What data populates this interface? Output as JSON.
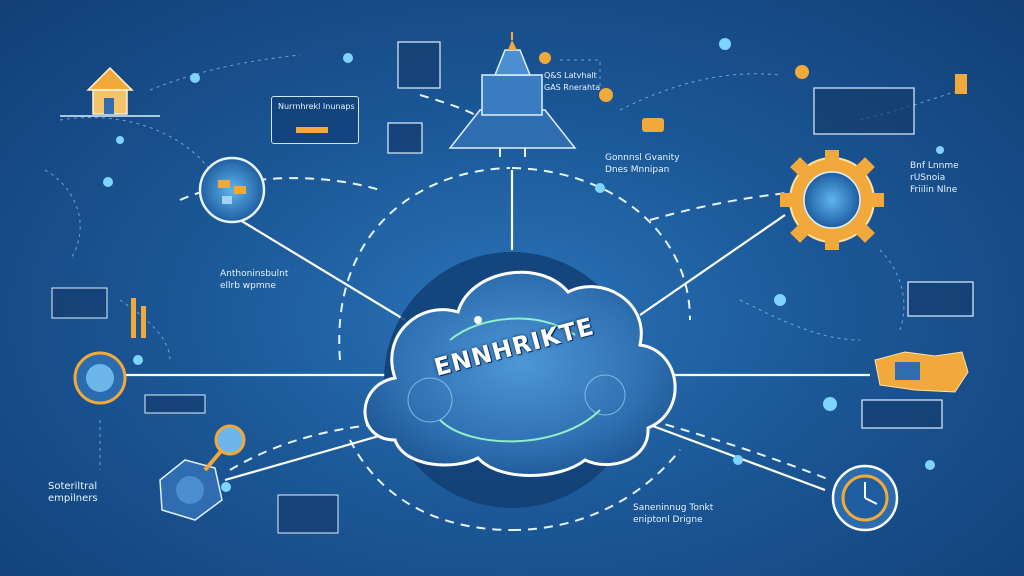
{
  "center": {
    "title": "ENNHRIKTE"
  },
  "labels": {
    "panel_heading": "Nurrnhrekl Inunaps",
    "top_center": "Q&S Latvhalt\nGAS Rnerahta",
    "top_right": "Gonnnsl Gvanity\nDnes Mnnipan",
    "right_upper": "Bnf Lnnme\nrUSnoia\nFriilin Nlne",
    "left_middle": "Anthoninsbulnt\nellrb wpmne",
    "bottom_left": "Soteriltral\nempilners",
    "bottom_right": "Saneninnug Tonkt\neniptonl Drigne"
  },
  "colors": {
    "background": "#1b5796",
    "accent_orange": "#f2a93b",
    "line": "#ffffff",
    "glow": "#7fd3ff",
    "cloud": "#3f86c8"
  }
}
